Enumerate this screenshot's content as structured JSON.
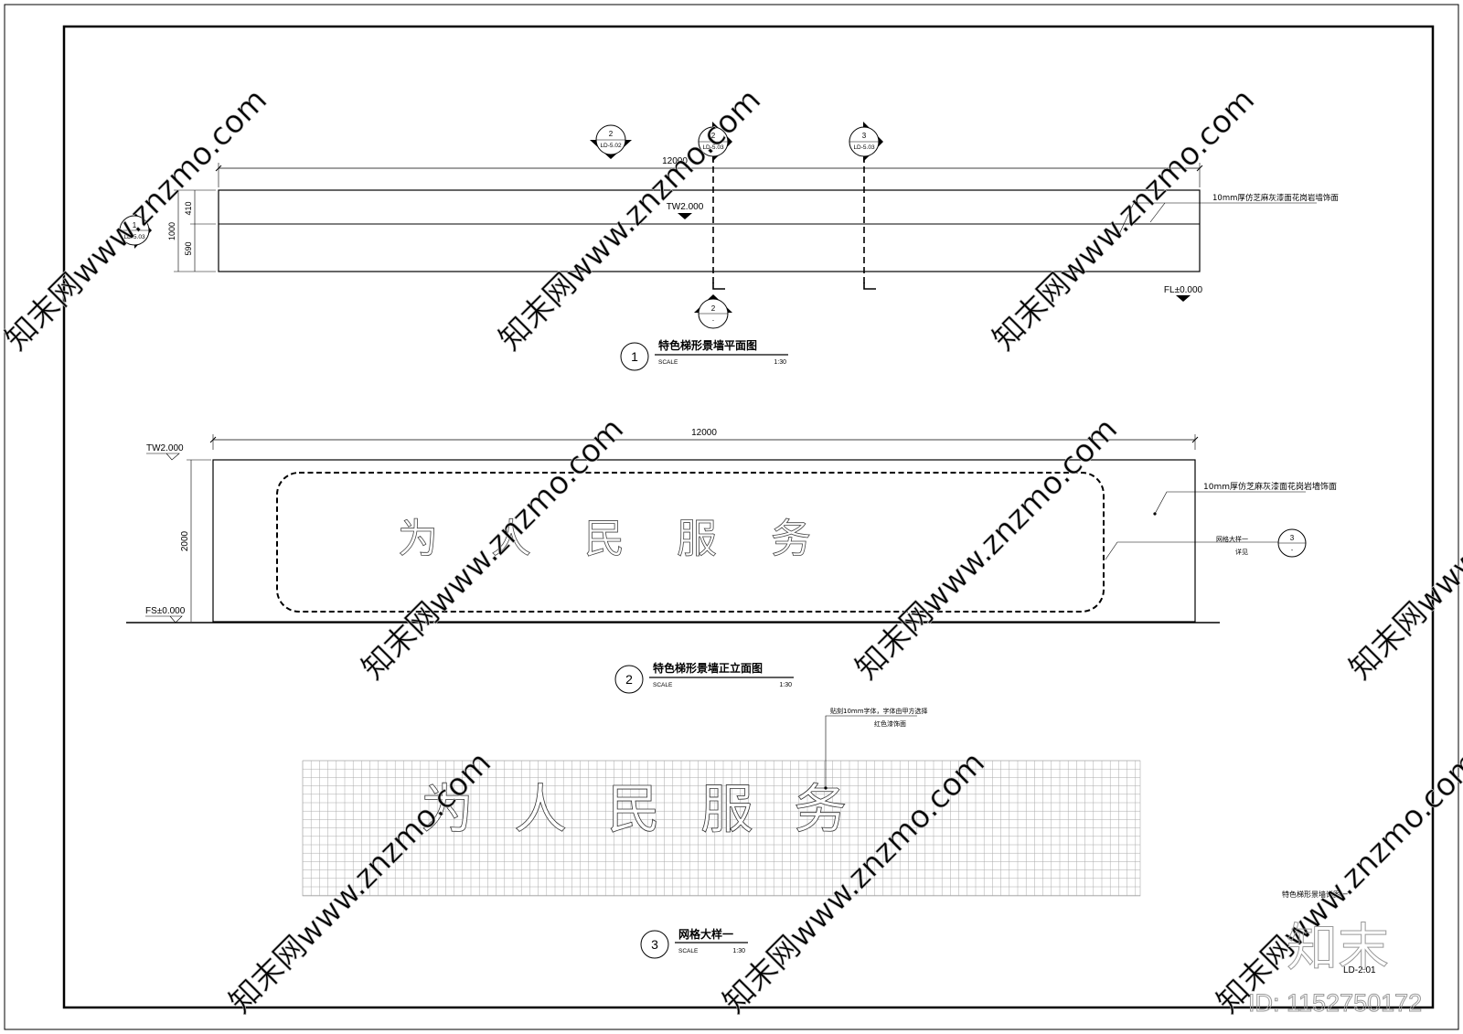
{
  "plan": {
    "dim_total": "12000",
    "dim_h1": "410",
    "dim_h2": "590",
    "dim_total_h": "1000",
    "finish_note": "10mm厚仿芝麻灰漆面花岗岩墙饰面",
    "tw_level": "TW2.000",
    "fl_level": "FL±0.000",
    "marker_left": {
      "num": "1",
      "ref": "LD-5.03"
    },
    "marker_top_a": {
      "num": "2",
      "ref": "LD-5.02"
    },
    "marker_top_b": {
      "num": "2",
      "ref": "LD-5.03"
    },
    "marker_top_c": {
      "num": "3",
      "ref": "LD-5.03"
    },
    "marker_bottom": {
      "num": "2",
      "ref": "-"
    },
    "title_num": "1",
    "title": "特色梯形景墙平面图",
    "scale_label": "SCALE",
    "scale": "1:30"
  },
  "elevation": {
    "dim_total": "12000",
    "dim_height": "2000",
    "tw_level": "TW2.000",
    "fs_level": "FS±0.000",
    "slogan": [
      "为",
      "人",
      "民",
      "服",
      "务"
    ],
    "finish_note": "10mm厚仿芝麻灰漆面花岗岩墙饰面",
    "grid_callout": "网格大样一",
    "see_detail": "详见",
    "callout_marker": {
      "num": "3",
      "ref": "-"
    },
    "title_num": "2",
    "title": "特色梯形景墙正立面图",
    "scale_label": "SCALE",
    "scale": "1:30"
  },
  "grid_detail": {
    "note_line1": "贴刻10mm字体，字体由甲方选择",
    "note_line2": "红色漆饰面",
    "slogan": [
      "为",
      "人",
      "民",
      "服",
      "务"
    ],
    "title_num": "3",
    "title": "网格大样一",
    "scale_label": "SCALE",
    "scale": "1:30"
  },
  "title_block": {
    "sheet_title": "特色梯形景墙详图一",
    "drawing_no": "LD-2.01"
  },
  "watermark": {
    "text": "知末网www.znzmo.com",
    "logo": "知末",
    "id_text": "ID: 1152750172"
  }
}
